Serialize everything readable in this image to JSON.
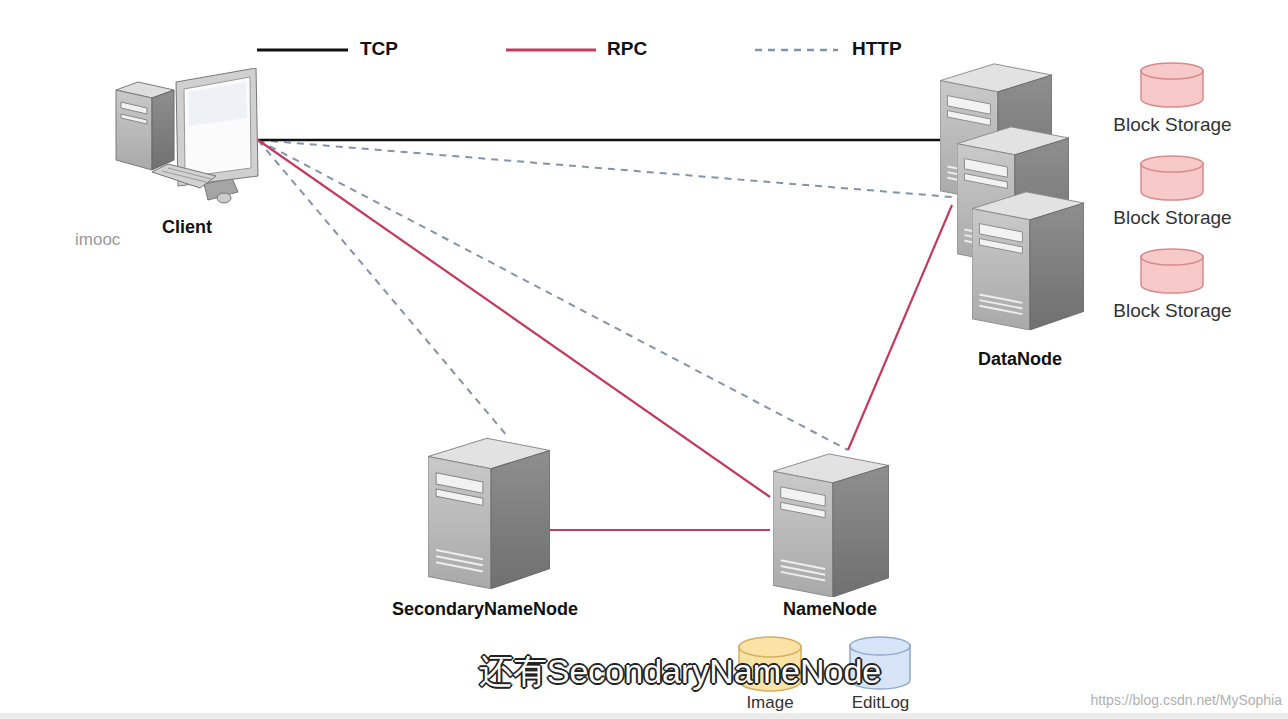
{
  "diagram": {
    "nodes": [
      {
        "text": [
          "Client"
        ]
      },
      {
        "text": [
          "DataNode"
        ]
      },
      {
        "text": [
          "Block Storage"
        ]
      },
      {
        "text": [
          "Block Storage"
        ]
      },
      {
        "text": [
          "Block Storage"
        ]
      },
      {
        "text": [
          "SecondaryNameNode"
        ]
      },
      {
        "text": [
          "NameNode"
        ]
      },
      {
        "text": [
          "Image"
        ]
      },
      {
        "text": [
          "EditLog"
        ]
      }
    ],
    "edges": [
      {
        "from": 0,
        "to": 1,
        "arrow": "none"
      },
      {
        "from": 0,
        "to": 1,
        "arrow": "none"
      },
      {
        "from": 0,
        "to": 6,
        "arrow": "none"
      },
      {
        "from": 0,
        "to": 6,
        "arrow": "none"
      },
      {
        "from": 0,
        "to": 5,
        "arrow": "none"
      },
      {
        "from": 5,
        "to": 6,
        "arrow": "none"
      },
      {
        "from": 6,
        "to": 1,
        "arrow": "none"
      }
    ],
    "labels": [
      "imooc",
      "还有SecondaryNameNode",
      "https://blog.csdn.net/MySophia"
    ],
    "legend": [
      {
        "text": "TCP"
      },
      {
        "text": "RPC"
      },
      {
        "text": "HTTP"
      }
    ]
  }
}
